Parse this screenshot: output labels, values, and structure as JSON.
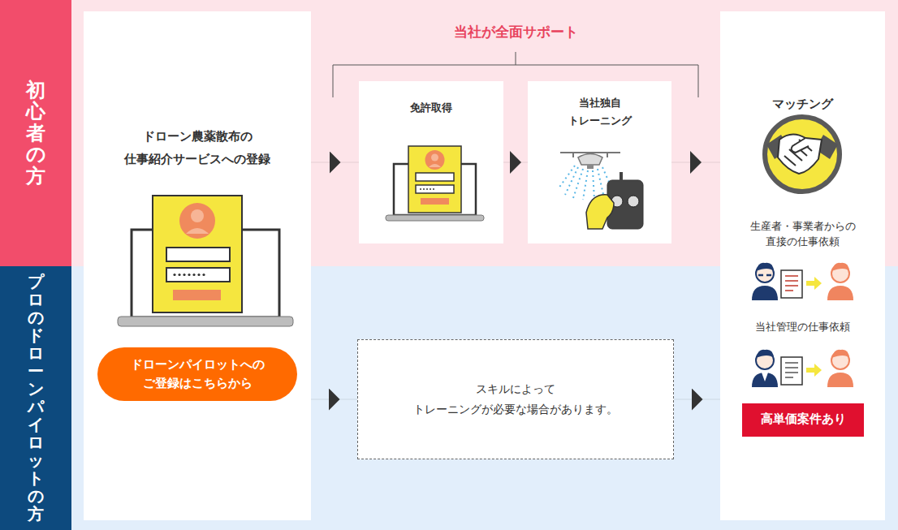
{
  "diagram": {
    "nodes": [
      {
        "text": [
          "初心者の方"
        ]
      },
      {
        "text": [
          "プロのドローンパイロットの方"
        ]
      },
      {
        "text": [
          "ドローン農薬散布の 仕事紹介サービスへの登録"
        ]
      },
      {
        "text": [
          "ドローンパイロットへの ご登録はこちらから"
        ],
        "in": 2
      },
      {
        "text": [
          "免許取得"
        ]
      },
      {
        "text": [
          "当社独自 トレーニング"
        ]
      },
      {
        "text": [
          "スキルによって トレーニングが必要な場合があります。"
        ]
      },
      {
        "text": [
          "マッチング",
          "生産者・事業者からの 直接の仕事依頼",
          "当社管理の仕事依頼"
        ]
      },
      {
        "text": [
          "高単価案件あり"
        ],
        "in": 7
      }
    ],
    "edges": [
      {
        "from": 2,
        "to": 4,
        "arrow": "to"
      },
      {
        "from": 4,
        "to": 5,
        "arrow": "to"
      },
      {
        "from": 5,
        "to": 7,
        "arrow": "to"
      },
      {
        "from": 2,
        "to": 6,
        "arrow": "to"
      },
      {
        "from": 6,
        "to": 7,
        "arrow": "to"
      }
    ],
    "labels": [
      "当社が全面サポート"
    ]
  }
}
